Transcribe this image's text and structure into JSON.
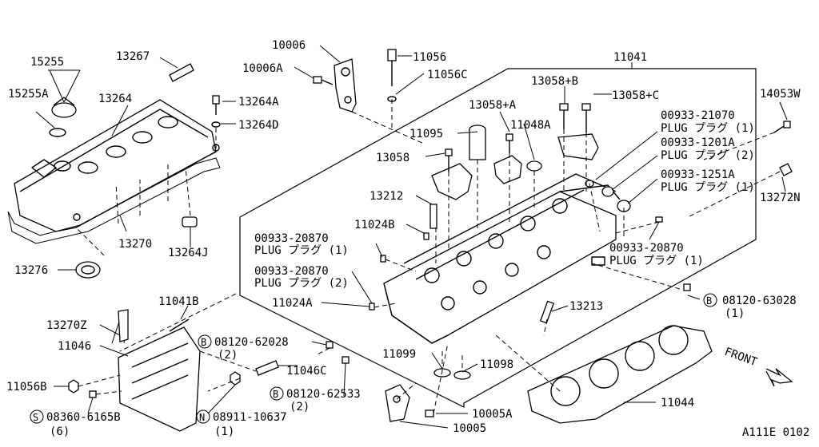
{
  "labels": {
    "p10006": "10006",
    "p10006a": "10006A",
    "p11056": "11056",
    "p11056c": "11056C",
    "p11041": "11041",
    "p13267": "13267",
    "p15255": "15255",
    "p15255a": "15255A",
    "p13264": "13264",
    "p13264a": "13264A",
    "p13264d": "13264D",
    "p13058b": "13058+B",
    "p13058c": "13058+C",
    "p14053w": "14053W",
    "p13058a": "13058+A",
    "p11048a": "11048A",
    "p11095": "11095",
    "p13058": "13058",
    "p00933_21070": "00933-21070",
    "plug1a": "PLUG プラグ (1)",
    "p00933_1201a": "00933-1201A",
    "plug2a": "PLUG プラグ (2)",
    "p00933_1251a": "00933-1251A",
    "plug1b": "PLUG プラグ (1)",
    "p13272n": "13272N",
    "p13212": "13212",
    "p11024b": "11024B",
    "p13270": "13270",
    "p13264j": "13264J",
    "p00933_20870a": "00933-20870",
    "plug1c": "PLUG プラグ (1)",
    "p00933_20870b": "00933-20870",
    "plug2b": "PLUG プラグ (2)",
    "p00933_20870c": "00933-20870",
    "plug1d": "PLUG プラグ (1)",
    "p13276": "13276",
    "p11024a": "11024A",
    "p11041b": "11041B",
    "p13213": "13213",
    "p08120_63028": "08120-63028",
    "q08120_63028": "(1)",
    "p13270z": "13270Z",
    "p11046": "11046",
    "p08120_62028": "08120-62028",
    "q08120_62028": "(2)",
    "p11099": "11099",
    "p11098": "11098",
    "p11046c": "11046C",
    "p11056b": "11056B",
    "p08120_62533": "08120-62533",
    "q08120_62533": "(2)",
    "p10005a": "10005A",
    "p11044": "11044",
    "p08360_6165b": "08360-6165B",
    "q08360_6165b": "(6)",
    "p08911_10637": "08911-10637",
    "q08911_10637": "(1)",
    "p10005": "10005",
    "front": "FRONT",
    "code": "A111E 0102",
    "circle_b": "B",
    "circle_s": "S",
    "circle_n": "N"
  },
  "icons": [
    "rocker-cover",
    "cylinder-head",
    "head-gasket",
    "rear-cover-plate",
    "front-arrow"
  ]
}
